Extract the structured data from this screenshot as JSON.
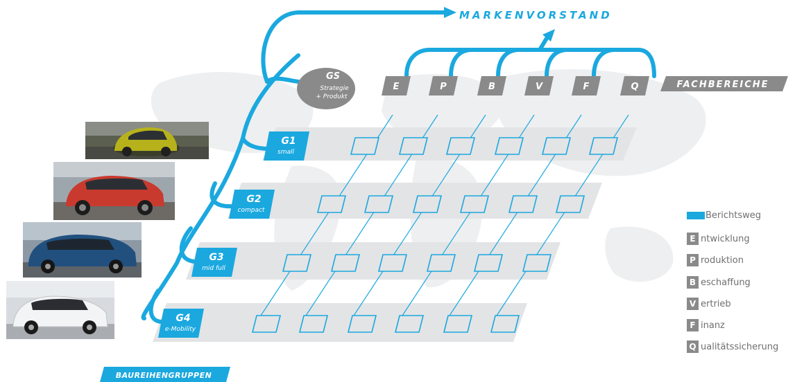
{
  "header": {
    "title": "MARKENVORSTAND"
  },
  "gs": {
    "code": "GS",
    "line1": "Strategie",
    "line2": "+ Produkt"
  },
  "departments": {
    "label": "FACHBEREICHE",
    "items": [
      "E",
      "P",
      "B",
      "V",
      "F",
      "Q"
    ]
  },
  "groups": {
    "label": "BAUREIHENGRUPPEN",
    "items": [
      {
        "code": "G1",
        "sub": "small"
      },
      {
        "code": "G2",
        "sub": "compact"
      },
      {
        "code": "G3",
        "sub": "mid full"
      },
      {
        "code": "G4",
        "sub": "e-Mobility"
      }
    ]
  },
  "legend": {
    "report_line": "Berichtsweg",
    "items": [
      {
        "letter": "E",
        "rest": "ntwicklung"
      },
      {
        "letter": "P",
        "rest": "roduktion"
      },
      {
        "letter": "B",
        "rest": "eschaffung"
      },
      {
        "letter": "V",
        "rest": "ertrieb"
      },
      {
        "letter": "F",
        "rest": "inanz"
      },
      {
        "letter": "Q",
        "rest": "ualitätssicherung"
      }
    ]
  },
  "colors": {
    "accent": "#1aa8df",
    "band": "#e3e4e6",
    "badge_grey": "#8a8a8a",
    "text_grey": "#7a7a7a"
  },
  "photos": [
    "yellow-hatchback-photo",
    "red-suv-photo",
    "blue-van-photo",
    "white-hatchback-photo"
  ]
}
